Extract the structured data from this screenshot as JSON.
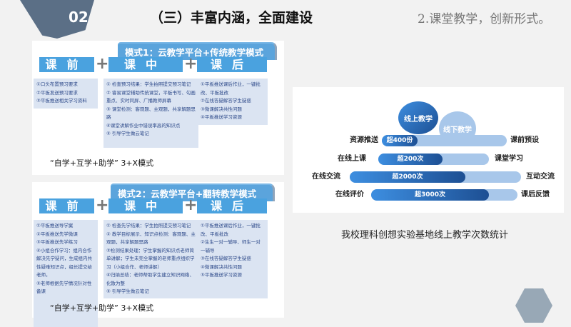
{
  "header": {
    "number": "02",
    "title": "（三）丰富内涵，全面建设",
    "subtitle": "2.课堂教学，创新形式。"
  },
  "mode1": {
    "banner": "模式1：云教学平台+传统教学模式",
    "before": "课前",
    "during": "课中",
    "after": "课后",
    "plus": "+",
    "before_items": [
      "①口头布置预习要求",
      "②平板发送预习要求",
      "③平板推送相关学习资料"
    ],
    "during_items": [
      "① 检查预习结果：学生拍照提交预习笔记",
      "② 睿易课堂辅助传统课堂，平板书写、勾画重点、实时同屏、广播教师屏幕",
      "③ 课堂检测：客观题、主观题，共享解题思路",
      "④课堂讲解作业中错误率高的知识点",
      "⑤ 引导学生做云笔记"
    ],
    "after_items": [
      "①平板推送课后作业，一键批改、平板批改",
      "②在线答疑解答学生疑惑",
      "③微课解决共性问题",
      "④平板推送学习资源"
    ],
    "caption": "“自学+互学+助学” 3+X模式"
  },
  "mode2": {
    "banner": "模式2：云教学平台+翻转教学模式",
    "before": "课前",
    "during": "课中",
    "after": "课后",
    "plus": "+",
    "before_items": [
      "①平板推送导学案",
      "②平板推送先学微课",
      "③平板推送先学练习",
      "④小组合作学习：组内合作解决先学疑问，生成组内共性疑难知识点，组长提交给老师。",
      "⑤老师根据先学情况针对性备课"
    ],
    "during_items": [
      "① 检查先学结果：学生拍照提交预习笔记",
      "② 教学目标展示、知识点检测：客观题、主观题，共享解题思路",
      "③检测结果处理：学生掌握的知识点老师简单讲解；学生未完全掌握的老师重点组织学习（小组合作、老师讲解）",
      "④归纳总结：老师帮助学生建立知识网络、化散为整",
      "⑤ 引导学生做云笔记"
    ],
    "after_items": [
      "①平板推送课后作业，一键批改、平板批改",
      "②生生一对一辅导、师生一对一辅导",
      "③在线答疑解答学生疑惑",
      "④微课解决共性问题",
      "⑤平板推送学习资源"
    ],
    "caption": "“自学+互学+助学” 3+X模式"
  },
  "stats": {
    "online": "线上教学",
    "offline": "线下教学",
    "rows": [
      {
        "left": "资源推送",
        "value": "超400份",
        "right": "课前预设"
      },
      {
        "left": "在线上课",
        "value": "超200次",
        "right": "课堂学习"
      },
      {
        "left": "在线交流",
        "value": "超2000次",
        "right": "互动交流"
      },
      {
        "left": "在线评价",
        "value": "超3000次",
        "right": "课后反馈"
      }
    ],
    "caption": "我校理科创想实验基地线上教学次数统计"
  },
  "colors": {
    "accent": "#4aa2df",
    "header": "#5b6f86"
  }
}
